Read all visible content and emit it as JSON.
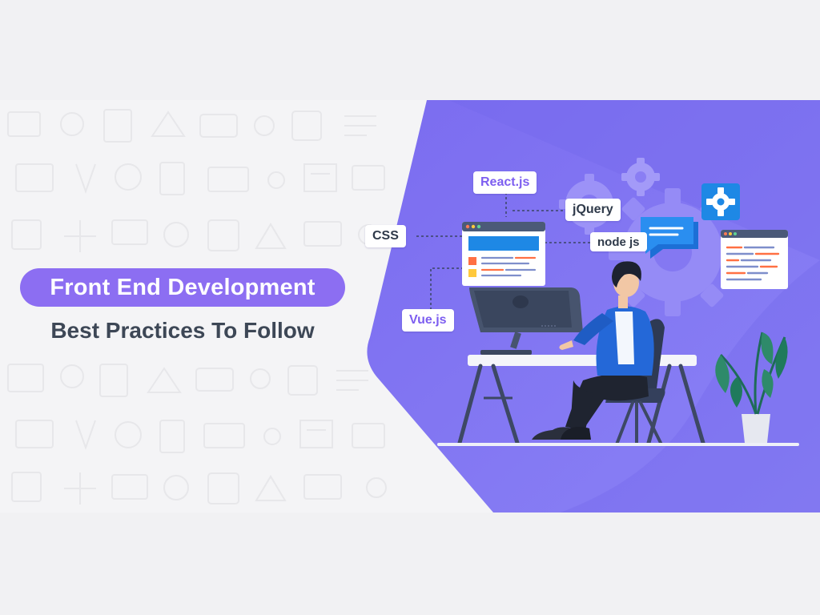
{
  "banner": {
    "title": "Front End Development",
    "subtitle": "Best Practices To Follow"
  },
  "tags": {
    "react": "React.js",
    "jquery": "jQuery",
    "css": "CSS",
    "node": "node js",
    "vue": "Vue.js"
  },
  "icons": [
    "gear-icon",
    "settings-icon",
    "chat-bubble-icon",
    "browser-window-icon",
    "plant-icon",
    "monitor-icon",
    "desk-icon",
    "chair-icon",
    "person-icon"
  ],
  "colors": {
    "accent": "#8c6ef2",
    "panel": "#7f74f0",
    "panel_dark": "#6a5fe6",
    "text_dark": "#3d4756",
    "tag_purple": "#7d5ef0",
    "blue": "#1e88e5"
  }
}
